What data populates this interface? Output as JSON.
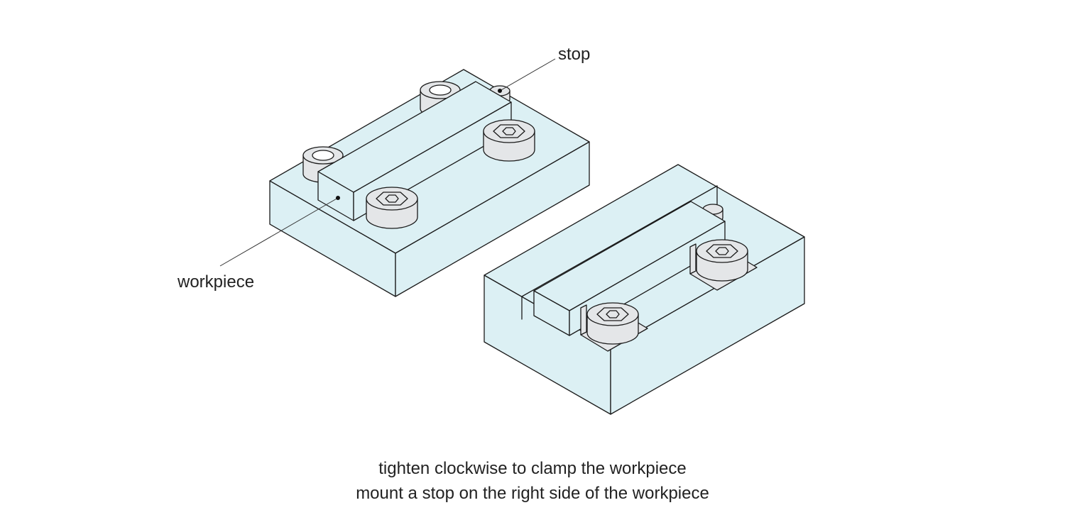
{
  "labels": {
    "stop": "stop",
    "workpiece": "workpiece"
  },
  "caption": {
    "line1": "tighten clockwise to clamp the workpiece",
    "line2": "mount a stop on the right side of the workpiece"
  },
  "colors": {
    "block": "#dcf0f4",
    "part": "#e4e6e8",
    "outline": "#1a1a1a",
    "text": "#222222",
    "background": "#ffffff"
  },
  "icons": [
    "hex-socket-bolt-icon",
    "stop-pin-icon"
  ]
}
